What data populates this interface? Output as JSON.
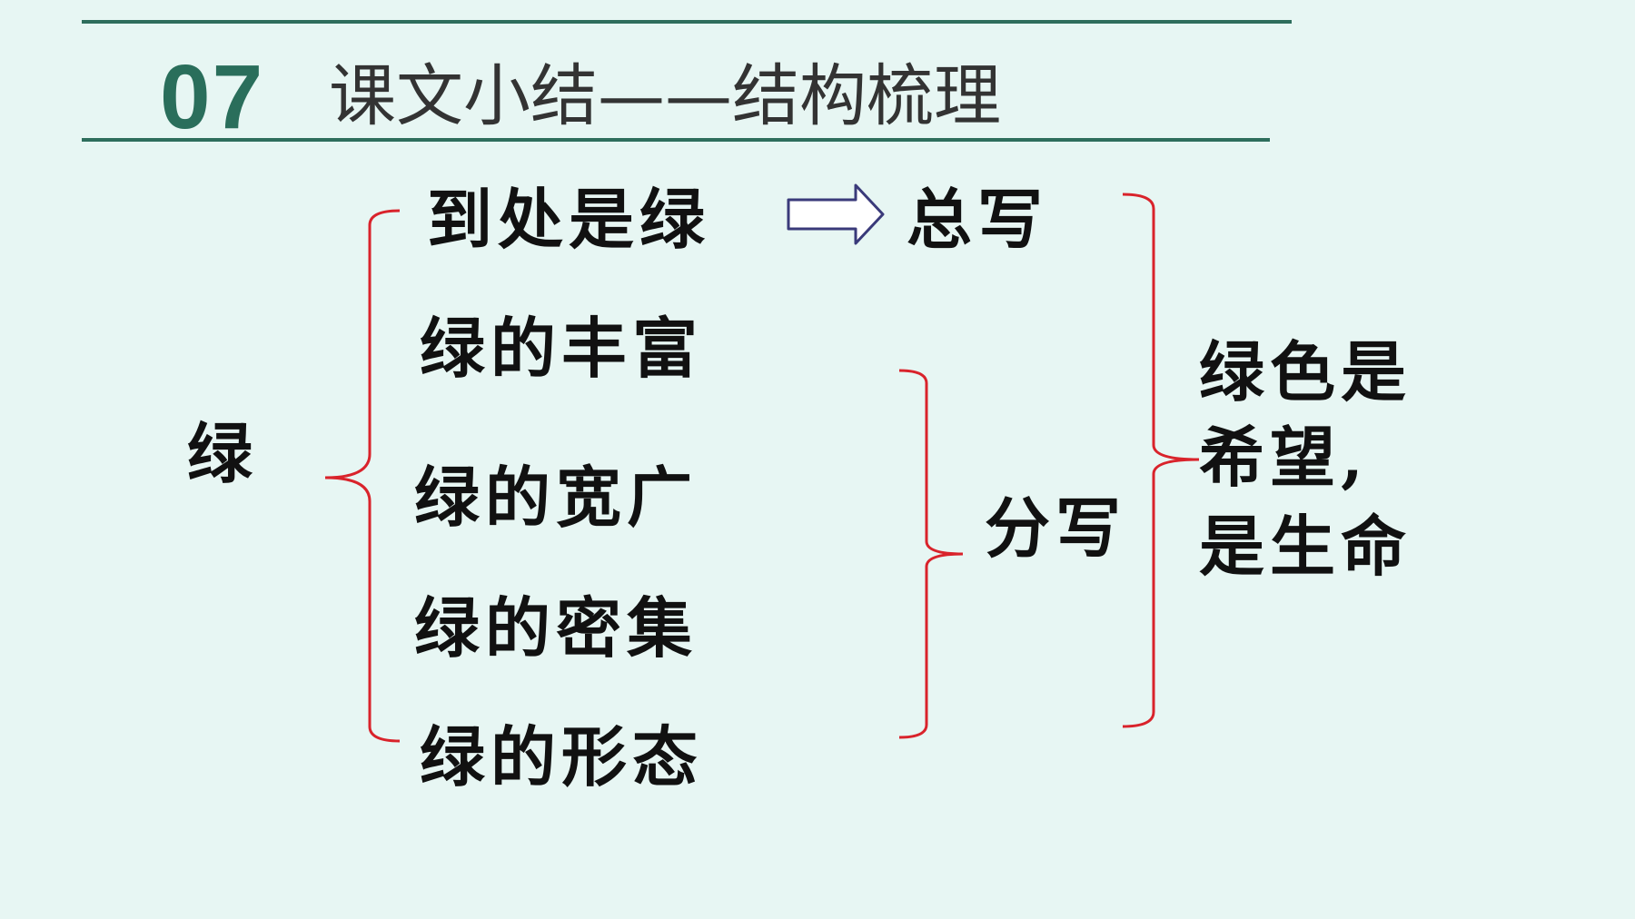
{
  "header": {
    "number": "07",
    "title": "课文小结——结构梳理"
  },
  "diagram": {
    "root": "绿",
    "items": [
      "到处是绿",
      "绿的丰富",
      "绿的宽广",
      "绿的密集",
      "绿的形态"
    ],
    "summary_label": "总写",
    "detail_label": "分写",
    "conclusion": [
      "绿色是",
      "希望,",
      "是生命"
    ]
  },
  "colors": {
    "accent": "#2a6e5b",
    "bracket": "#d9232b",
    "arrow": "#3a3a7a",
    "background": "#e7f6f3"
  }
}
